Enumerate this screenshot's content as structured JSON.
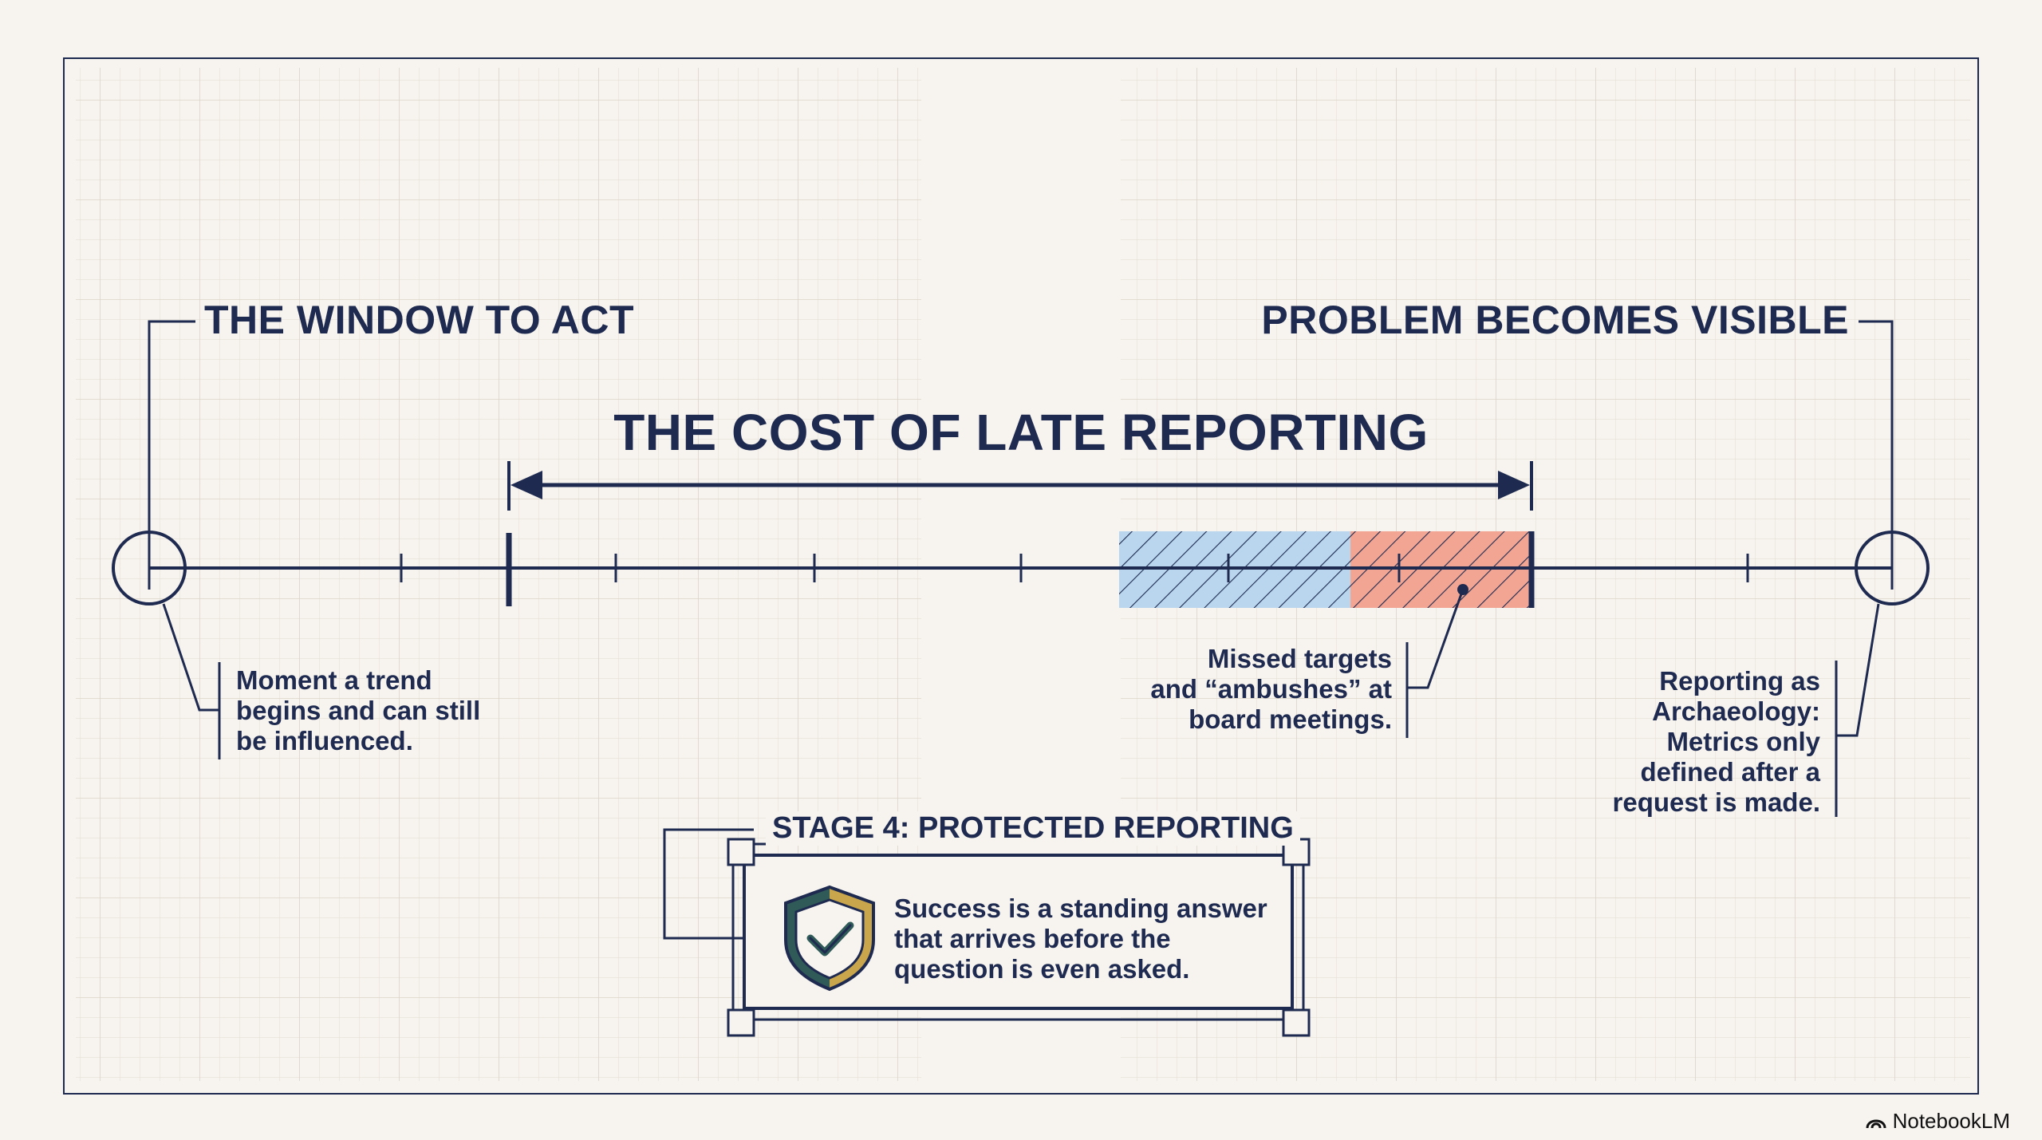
{
  "labels": {
    "window_to_act": "THE WINDOW TO ACT",
    "problem_visible": "PROBLEM BECOMES VISIBLE",
    "title": "THE COST OF LATE REPORTING"
  },
  "annotations": {
    "trend": [
      "Moment a trend",
      "begins and can still",
      "be influenced."
    ],
    "missed": [
      "Missed targets",
      "and “ambushes” at",
      "board meetings."
    ],
    "archaeology": [
      "Reporting as",
      "Archaeology:",
      "Metrics only",
      "defined after a",
      "request is made."
    ]
  },
  "stage": {
    "title": "STAGE 4: PROTECTED REPORTING",
    "body": [
      "Success is a standing answer",
      "that arrives before the",
      "question is even asked."
    ]
  },
  "brand": {
    "name": "NotebookLM"
  },
  "colors": {
    "navy": "#1e2a4f",
    "blue_fill": "#b9d6ee",
    "red_fill": "#f2a593",
    "shield_gold": "#c9a64b",
    "shield_teal": "#2f5a57",
    "paper": "#f7f4ef",
    "grid": "#e3ddd2"
  },
  "icons": {
    "shield": "shield-check-icon",
    "brand": "notebooklm-logo-icon"
  }
}
